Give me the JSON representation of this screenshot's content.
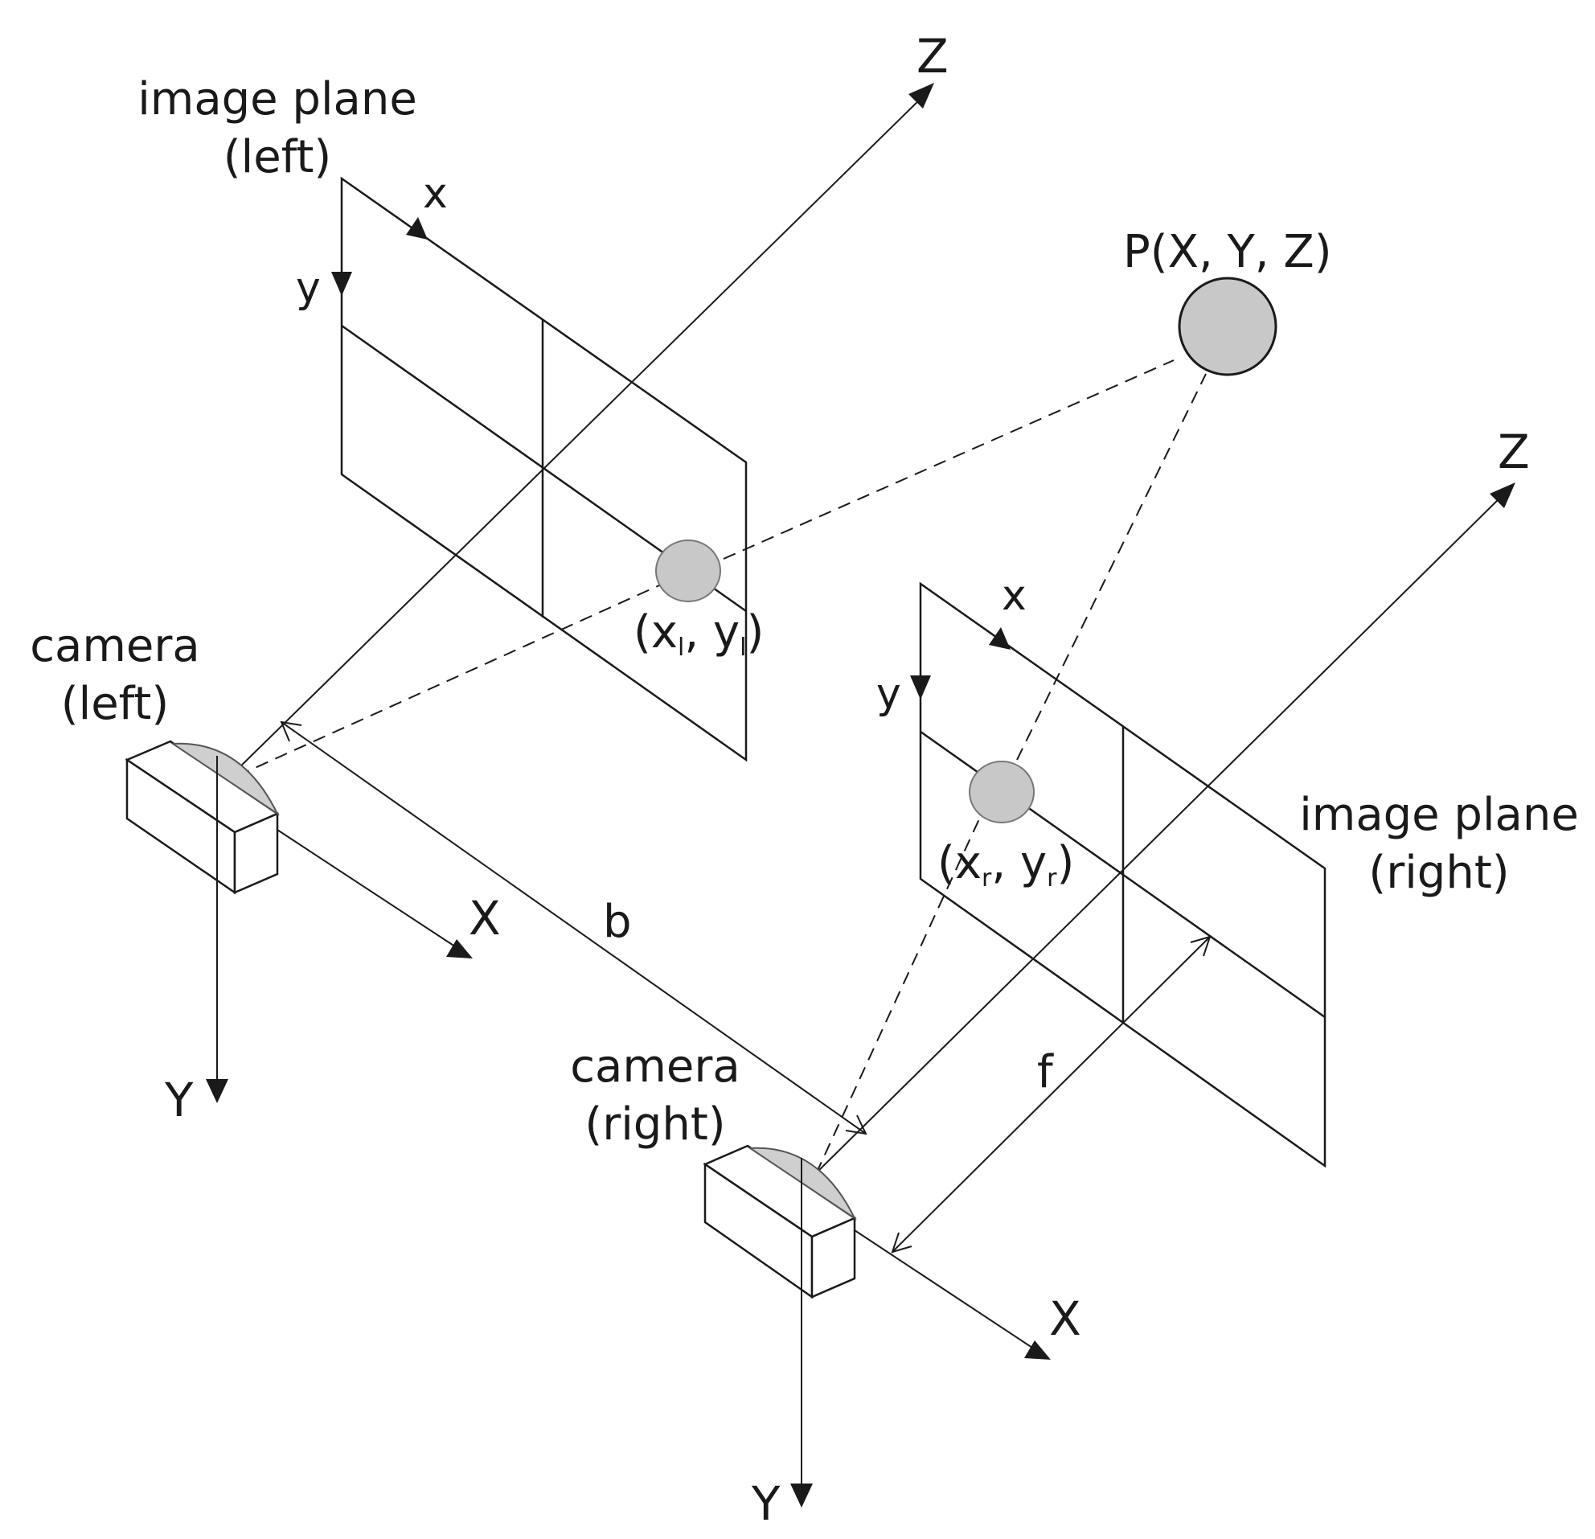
{
  "labels": {
    "image_plane_left": [
      "image plane",
      "(left)"
    ],
    "image_plane_right": [
      "image plane",
      "(right)"
    ],
    "camera_left": [
      "camera",
      "(left)"
    ],
    "camera_right": [
      "camera",
      "(right)"
    ],
    "point": "P(X, Y, Z)",
    "proj_left": {
      "open": "(x",
      "sub1": "l",
      "mid": ", y",
      "sub2": "l",
      "close": ")"
    },
    "proj_right": {
      "open": "(x",
      "sub1": "r",
      "mid": ", y",
      "sub2": "r",
      "close": ")"
    },
    "baseline": "b",
    "focal": "f"
  },
  "axes": {
    "left_image": {
      "x": "x",
      "y": "y"
    },
    "right_image": {
      "x": "x",
      "y": "y"
    },
    "left_camera": {
      "X": "X",
      "Y": "Y",
      "Z": "Z"
    },
    "right_camera": {
      "X": "X",
      "Y": "Y",
      "Z": "Z"
    }
  },
  "colors": {
    "ink": "#1a1a1a",
    "point_fill": "#c8c8c8",
    "lens_fill": "#cfcfcf"
  }
}
